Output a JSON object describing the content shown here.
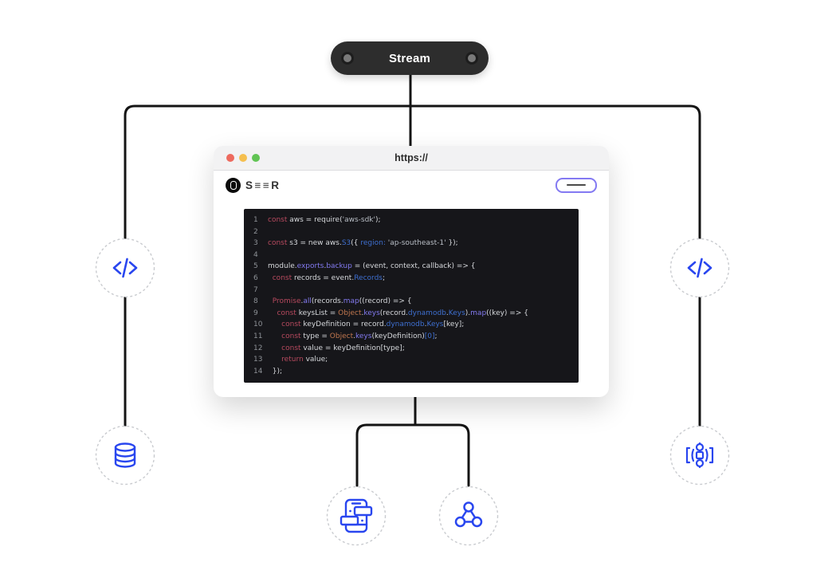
{
  "palette": {
    "accent_blue": "#2946ef",
    "connector_line": "#141414",
    "stream_pill_bg": "#2d2d2d",
    "code_editor_bg": "#16161a",
    "menu_button_border": "#8379f2",
    "traffic_lights": [
      "#ed6a5e",
      "#f5bf4f",
      "#61c454"
    ],
    "syntax": {
      "keyword": "#b84a5f",
      "object": "#c0764e",
      "function": "#837af0",
      "class": "#3e6fd0",
      "string": "#b9bec6",
      "plain": "#d6d8dc",
      "line_number": "#8d9196"
    }
  },
  "stream_node": {
    "label": "Stream"
  },
  "browser": {
    "url": "https://",
    "brand": "SEER",
    "code": {
      "lines": [
        {
          "n": "1",
          "seg": [
            [
              "kw",
              "const"
            ],
            [
              "pl",
              " aws = require("
            ],
            [
              "str",
              "'aws-sdk'"
            ],
            [
              "pl",
              ");"
            ]
          ]
        },
        {
          "n": "2",
          "seg": []
        },
        {
          "n": "3",
          "seg": [
            [
              "kw",
              "const"
            ],
            [
              "pl",
              " s3 = new aws."
            ],
            [
              "cls",
              "S3"
            ],
            [
              "pl",
              "({ "
            ],
            [
              "cls",
              "region:"
            ],
            [
              "pl",
              " "
            ],
            [
              "str",
              "'ap-southeast-1'"
            ],
            [
              "pl",
              " });"
            ]
          ]
        },
        {
          "n": "4",
          "seg": []
        },
        {
          "n": "5",
          "seg": [
            [
              "pl",
              "module."
            ],
            [
              "fn",
              "exports"
            ],
            [
              "pl",
              "."
            ],
            [
              "fn",
              "backup"
            ],
            [
              "pl",
              " = (event, context, callback) => {"
            ]
          ]
        },
        {
          "n": "6",
          "seg": [
            [
              "pl",
              "  "
            ],
            [
              "kw",
              "const"
            ],
            [
              "pl",
              " records = event."
            ],
            [
              "cls",
              "Records"
            ],
            [
              "pl",
              ";"
            ]
          ]
        },
        {
          "n": "7",
          "seg": []
        },
        {
          "n": "8",
          "seg": [
            [
              "pl",
              "  "
            ],
            [
              "kw",
              "Promise"
            ],
            [
              "pl",
              "."
            ],
            [
              "fn",
              "all"
            ],
            [
              "pl",
              "(records."
            ],
            [
              "fn",
              "map"
            ],
            [
              "pl",
              "((record) => {"
            ]
          ]
        },
        {
          "n": "9",
          "seg": [
            [
              "pl",
              "    "
            ],
            [
              "kw",
              "const"
            ],
            [
              "pl",
              " keysList = "
            ],
            [
              "obj",
              "Object"
            ],
            [
              "pl",
              "."
            ],
            [
              "fn",
              "keys"
            ],
            [
              "pl",
              "(record."
            ],
            [
              "cls",
              "dynamodb"
            ],
            [
              "pl",
              "."
            ],
            [
              "cls",
              "Keys"
            ],
            [
              "pl",
              ")."
            ],
            [
              "fn",
              "map"
            ],
            [
              "pl",
              "((key) => {"
            ]
          ]
        },
        {
          "n": "10",
          "seg": [
            [
              "pl",
              "      "
            ],
            [
              "kw",
              "const"
            ],
            [
              "pl",
              " keyDefinition = record."
            ],
            [
              "cls",
              "dynamodb"
            ],
            [
              "pl",
              "."
            ],
            [
              "cls",
              "Keys"
            ],
            [
              "pl",
              "[key];"
            ]
          ]
        },
        {
          "n": "11",
          "seg": [
            [
              "pl",
              "      "
            ],
            [
              "kw",
              "const"
            ],
            [
              "pl",
              " type = "
            ],
            [
              "obj",
              "Object"
            ],
            [
              "pl",
              "."
            ],
            [
              "fn",
              "keys"
            ],
            [
              "pl",
              "(keyDefinition)"
            ],
            [
              "cls",
              "[0]"
            ],
            [
              "pl",
              ";"
            ]
          ]
        },
        {
          "n": "12",
          "seg": [
            [
              "pl",
              "      "
            ],
            [
              "kw",
              "const"
            ],
            [
              "pl",
              " value = keyDefinition[type];"
            ]
          ]
        },
        {
          "n": "13",
          "seg": [
            [
              "pl",
              "      "
            ],
            [
              "kw",
              "return"
            ],
            [
              "pl",
              " value;"
            ]
          ]
        },
        {
          "n": "14",
          "seg": [
            [
              "pl",
              "  });"
            ]
          ]
        }
      ]
    }
  },
  "diagram_nodes": {
    "left_top": "code-icon",
    "left_bottom": "database-icon",
    "right_top": "code-icon",
    "right_bottom": "pipeline-icon",
    "bottom_left": "chatbot-icon",
    "bottom_right": "webhook-icon"
  }
}
